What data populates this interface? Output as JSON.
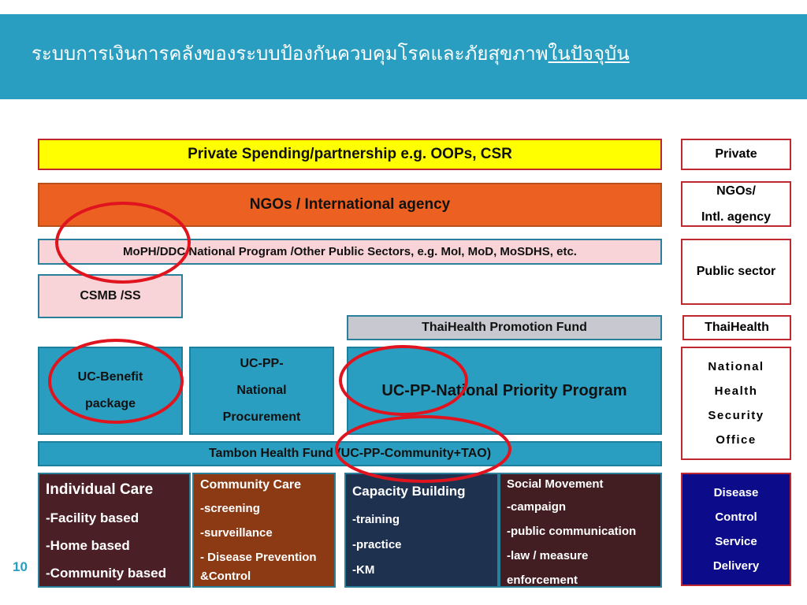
{
  "header": {
    "title": "ระบบการเงินการคลังของระบบป้องกันควบคุมโรคและภัยสุขภาพ",
    "title_underlined": "ในปัจจุบัน"
  },
  "rows": {
    "private": "Private Spending/partnership e.g. OOPs, CSR",
    "ngo": "NGOs / International agency",
    "moph": "MoPH/DDC National Program /Other Public Sectors, e.g. MoI, MoD, MoSDHS, etc.",
    "csmb": "CSMB /SS",
    "thaihealth": "ThaiHealth Promotion Fund",
    "uc_benefit": [
      "UC-Benefit",
      "package"
    ],
    "uc_pp_procurement": [
      "UC-PP-",
      "National",
      "Procurement"
    ],
    "uc_pp_priority": "UC-PP-National Priority Program",
    "tambon": "Tambon Health Fund (UC-PP-Community+TAO)"
  },
  "care": {
    "individual": {
      "title": "Individual Care",
      "items": [
        "-Facility based",
        "-Home based",
        "-Community based"
      ]
    },
    "community": {
      "title": "Community Care",
      "items": [
        "-screening",
        "-surveillance",
        "- Disease Prevention",
        "&Control"
      ]
    },
    "capacity": {
      "title": "Capacity Building",
      "items": [
        "-training",
        "-practice",
        "-KM"
      ]
    },
    "social": {
      "title": "Social Movement",
      "items": [
        "-campaign",
        "-public communication",
        "-law / measure",
        "enforcement"
      ]
    }
  },
  "legend": {
    "private": "Private",
    "ngo": [
      "NGOs/",
      "Intl. agency"
    ],
    "public": "Public sector",
    "thaihealth": "ThaiHealth",
    "nhso": [
      "National",
      "Health",
      "Security",
      "Office"
    ],
    "dcsd": [
      "Disease",
      "Control",
      "Service",
      "Delivery"
    ]
  },
  "page_number": "10",
  "colors": {
    "header_bg": "#2a9ec0",
    "private_bg": "#ffff00",
    "ngo_bg": "#ec6122",
    "moph_bg": "#f8d4d8",
    "uc_bg": "#2a9ec0",
    "individual_bg": "#4b1f26",
    "community_bg": "#8b3a14",
    "capacity_bg": "#1e3250",
    "social_bg": "#421d22",
    "dcsd_bg": "#0c0c8a",
    "highlight_circle": "#e0141e"
  }
}
